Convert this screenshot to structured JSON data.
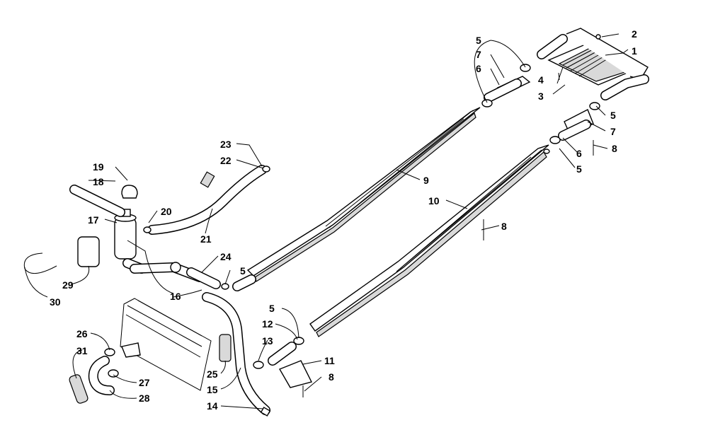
{
  "callouts": [
    {
      "id": "c1",
      "text": "1"
    },
    {
      "id": "c2",
      "text": "2"
    },
    {
      "id": "c3",
      "text": "3"
    },
    {
      "id": "c4",
      "text": "4"
    },
    {
      "id": "c5a",
      "text": "5"
    },
    {
      "id": "c7a",
      "text": "7"
    },
    {
      "id": "c6a",
      "text": "6"
    },
    {
      "id": "c5b",
      "text": "5"
    },
    {
      "id": "c7b",
      "text": "7"
    },
    {
      "id": "c8a",
      "text": "8"
    },
    {
      "id": "c6b",
      "text": "6"
    },
    {
      "id": "c5c",
      "text": "5"
    },
    {
      "id": "c9",
      "text": "9"
    },
    {
      "id": "c10",
      "text": "10"
    },
    {
      "id": "c8b",
      "text": "8"
    },
    {
      "id": "c23",
      "text": "23"
    },
    {
      "id": "c22",
      "text": "22"
    },
    {
      "id": "c19",
      "text": "19"
    },
    {
      "id": "c18",
      "text": "18"
    },
    {
      "id": "c20",
      "text": "20"
    },
    {
      "id": "c17",
      "text": "17"
    },
    {
      "id": "c21",
      "text": "21"
    },
    {
      "id": "c24",
      "text": "24"
    },
    {
      "id": "c5d",
      "text": "5"
    },
    {
      "id": "c29",
      "text": "29"
    },
    {
      "id": "c30",
      "text": "30"
    },
    {
      "id": "c16",
      "text": "16"
    },
    {
      "id": "c5e",
      "text": "5"
    },
    {
      "id": "c12",
      "text": "12"
    },
    {
      "id": "c13",
      "text": "13"
    },
    {
      "id": "c26",
      "text": "26"
    },
    {
      "id": "c31",
      "text": "31"
    },
    {
      "id": "c27",
      "text": "27"
    },
    {
      "id": "c28",
      "text": "28"
    },
    {
      "id": "c25",
      "text": "25"
    },
    {
      "id": "c15",
      "text": "15"
    },
    {
      "id": "c14",
      "text": "14"
    },
    {
      "id": "c11",
      "text": "11"
    },
    {
      "id": "c8c",
      "text": "8"
    }
  ]
}
